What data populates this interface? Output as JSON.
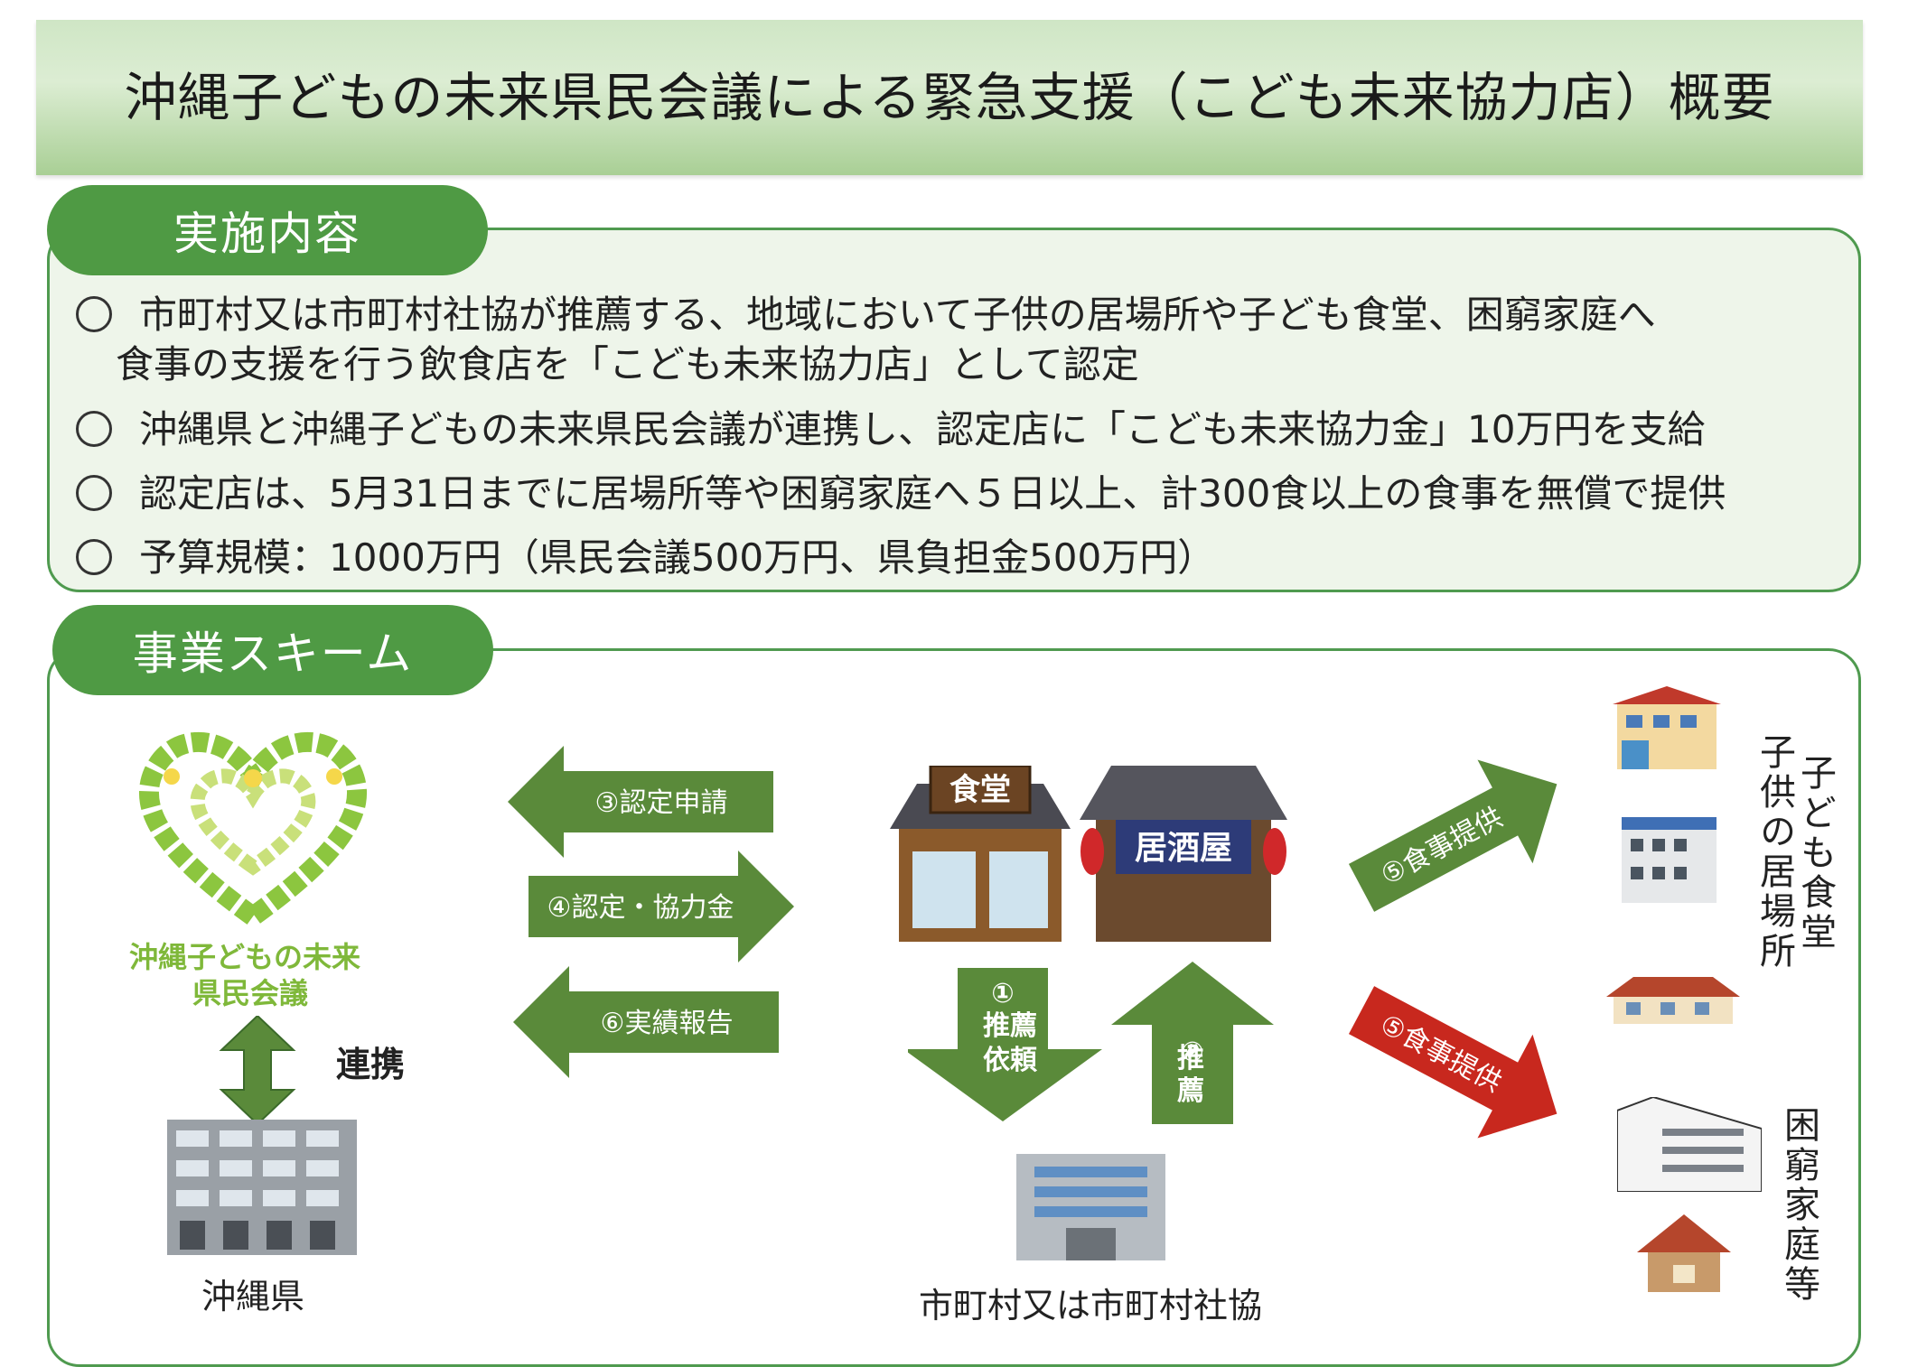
{
  "title": "沖縄子どもの未来県民会議による緊急支援（こども未来協力店）概要",
  "section1": {
    "heading": "実施内容",
    "bullets": [
      "市町村又は市町村社協が推薦する、地域において子供の居場所や子ども食堂、困窮家庭へ",
      "食事の支援を行う飲食店を「こども未来協力店」として認定",
      "沖縄県と沖縄子どもの未来県民会議が連携し、認定店に「こども未来協力金」10万円を支給",
      "認定店は、5月31日までに居場所等や困窮家庭へ５日以上、計300食以上の食事を無償で提供",
      "予算規模：1000万円（県民会議500万円、県負担金500万円）"
    ]
  },
  "section2": {
    "heading": "事業スキーム",
    "logo_text_line1": "沖縄子どもの未来",
    "logo_text_line2": "県民会議",
    "link_label": "連携",
    "prefecture_label": "沖縄県",
    "municipality_label": "市町村又は市町村社協",
    "shop_sign_1": "食堂",
    "shop_sign_2": "居酒屋",
    "arrow_apply": "③認定申請",
    "arrow_grant": "④認定・協力金",
    "arrow_report": "⑥実績報告",
    "arrow_request_num": "①",
    "arrow_request": "推薦依頼",
    "arrow_recommend_num": "②",
    "arrow_recommend": "推薦",
    "arrow_meal_green": "⑤食事提供",
    "arrow_meal_red": "⑤食事提供",
    "target1": "子ども食堂",
    "target2": "子供の居場所",
    "target3": "困窮家庭等"
  },
  "colors": {
    "green": "#4f9a44",
    "dark_green": "#5a8a3a",
    "red": "#c8281e",
    "panel_bg": "#eef5ea"
  }
}
